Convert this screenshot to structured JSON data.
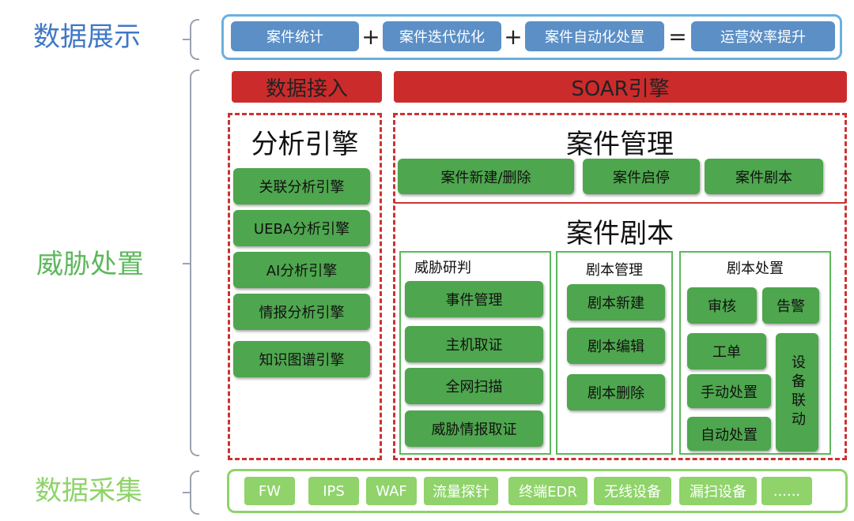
{
  "sections": {
    "display": "数据展示",
    "threat": "威胁处置",
    "collect": "数据采集"
  },
  "colors": {
    "display_label": "#3f78c4",
    "threat_label": "#5cb85c",
    "collect_label": "#8fd36a"
  },
  "display_row": {
    "items": [
      "案件统计",
      "案件迭代优化",
      "案件自动化处置",
      "运营效率提升"
    ],
    "ops": [
      "+",
      "+",
      "="
    ]
  },
  "headers": {
    "data_ingest": "数据接入",
    "soar": "SOAR引擎"
  },
  "analysis": {
    "title": "分析引擎",
    "items": [
      "关联分析引擎",
      "UEBA分析引擎",
      "AI分析引擎",
      "情报分析引擎",
      "知识图谱引擎"
    ]
  },
  "case_mgmt": {
    "title": "案件管理",
    "items": [
      "案件新建/删除",
      "案件启停",
      "案件剧本"
    ]
  },
  "playbook": {
    "title": "案件剧本",
    "threat_judge": {
      "title": "威胁研判",
      "items": [
        "事件管理",
        "主机取证",
        "全网扫描",
        "威胁情报取证"
      ]
    },
    "script_mgmt": {
      "title": "剧本管理",
      "items": [
        "剧本新建",
        "剧本编辑",
        "剧本删除"
      ]
    },
    "script_handle": {
      "title": "剧本处置",
      "items": [
        "审核",
        "告警",
        "工单",
        "手动处置",
        "自动处置"
      ],
      "device_link": "设备联动"
    }
  },
  "collect_row": {
    "items": [
      "FW",
      "IPS",
      "WAF",
      "流量探针",
      "终端EDR",
      "无线设备",
      "漏扫设备",
      "......"
    ]
  }
}
